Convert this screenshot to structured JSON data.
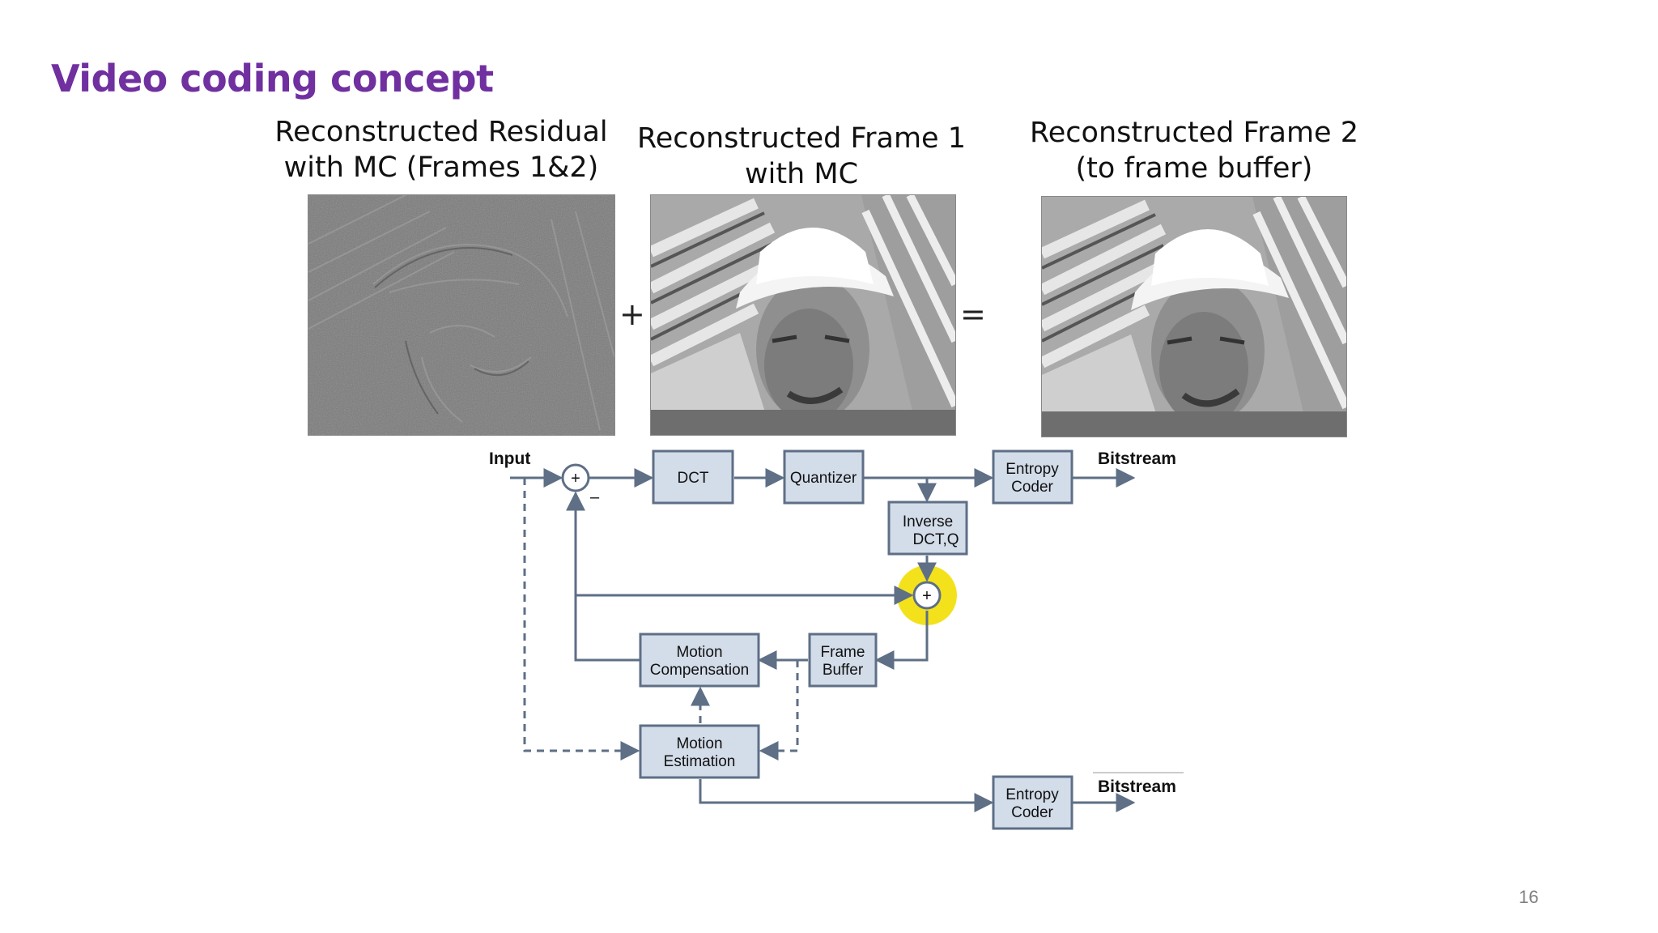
{
  "slide": {
    "title": "Video coding concept",
    "page_number": "16"
  },
  "images": [
    {
      "caption_line1": "Reconstructed Residual",
      "caption_line2": "with MC (Frames 1&2)"
    },
    {
      "caption_line1": "Reconstructed Frame 1",
      "caption_line2": "with MC"
    },
    {
      "caption_line1": "Reconstructed Frame 2",
      "caption_line2": "(to frame buffer)"
    }
  ],
  "operators": {
    "plus": "+",
    "equals": "="
  },
  "diagram": {
    "input_label": "Input",
    "bitstream_top": "Bitstream",
    "bitstream_bottom": "Bitstream",
    "minus_sign": "–",
    "sum_symbol": "+",
    "blocks": {
      "dct": "DCT",
      "quantizer": "Quantizer",
      "entropy_top_1": "Entropy",
      "entropy_top_2": "Coder",
      "inverse_1": "Inverse",
      "inverse_2": "DCT,Q",
      "mc_1": "Motion",
      "mc_2": "Compensation",
      "fb_1": "Frame",
      "fb_2": "Buffer",
      "me_1": "Motion",
      "me_2": "Estimation",
      "entropy_bottom_1": "Entropy",
      "entropy_bottom_2": "Coder"
    },
    "colors": {
      "block_fill": "#d3dce9",
      "block_stroke": "#5e6f86",
      "line": "#5e6f86",
      "highlight": "#f3e21b"
    }
  }
}
